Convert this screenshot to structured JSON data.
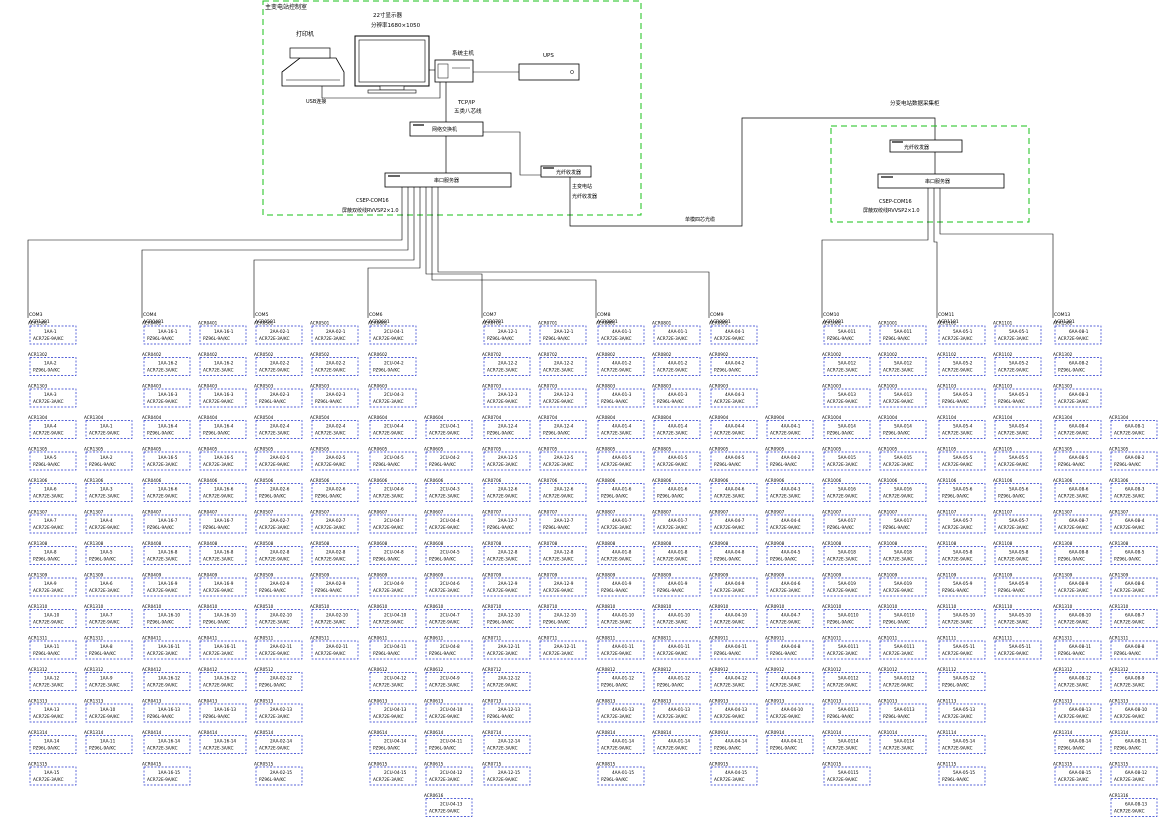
{
  "main_station": {
    "title": "主变电站控制室",
    "printer": "打印机",
    "usb": "USB连接",
    "monitor": "22寸显示器",
    "monitor_res": "分辨率1680×1050",
    "host": "系统主机",
    "ups": "UPS",
    "tcpip": "TCP/IP",
    "ethernet": "五类八芯线",
    "switch": "网络交换机",
    "serial_server": "串口服务器",
    "serial_model": "CSEP-COM16",
    "shield_cable": "屏蔽双绞线RVVSP2×1.0",
    "fiber_box": "光纤收发器",
    "fiber_note1": "主变电站",
    "fiber_note2": "光纤收发器",
    "single_mode": "单模四芯光缆"
  },
  "sub_station": {
    "title": "分变电站数据采集柜",
    "fiber_box": "光纤收发器",
    "serial_server": "串口服务器",
    "serial_model": "CSEP-COM16",
    "shield_cable": "屏蔽双绞线RVVSP2×1.0"
  },
  "columns": [
    {
      "com": "COM3",
      "start": "ACR1301",
      "pre": "ACR13",
      "label": "1AA-"
    },
    {
      "com": "COM4",
      "start": "ACR0401",
      "pre": "ACR04",
      "label": "1AA-16-"
    },
    {
      "com": "COM5",
      "start": "ACR0501",
      "pre": "ACR05",
      "label": "2AA-02-"
    },
    {
      "com": "COM6",
      "start": "ACR0601",
      "pre": "ACR06",
      "label": "2CU-04-"
    },
    {
      "com": "COM7",
      "start": "ACR0701",
      "pre": "ACR07",
      "label": "2AA-12-"
    },
    {
      "com": "COM8",
      "start": "ACR0801",
      "pre": "ACR08",
      "label": "4AA-01-"
    },
    {
      "com": "COM9",
      "start": "ACR0901",
      "pre": "ACR09",
      "label": "4AA-04-"
    },
    {
      "com": "COM10",
      "start": "ACR1001",
      "pre": "ACR10",
      "label": "5AA-01"
    },
    {
      "com": "COM11",
      "start": "ACR1101",
      "pre": "ACR11",
      "label": "5AA-05-"
    },
    {
      "com": "COM13",
      "start": "ACR1301",
      "pre": "ACR13",
      "label": "6AA-08-"
    }
  ],
  "meter_models": [
    "ACR72E-9A/KC",
    "PZ96L-9A/KC",
    "ACR72E-3A/KC"
  ],
  "colors": {
    "line": "#000000",
    "box_border": "#2233cc",
    "station_border": "#19c219"
  }
}
